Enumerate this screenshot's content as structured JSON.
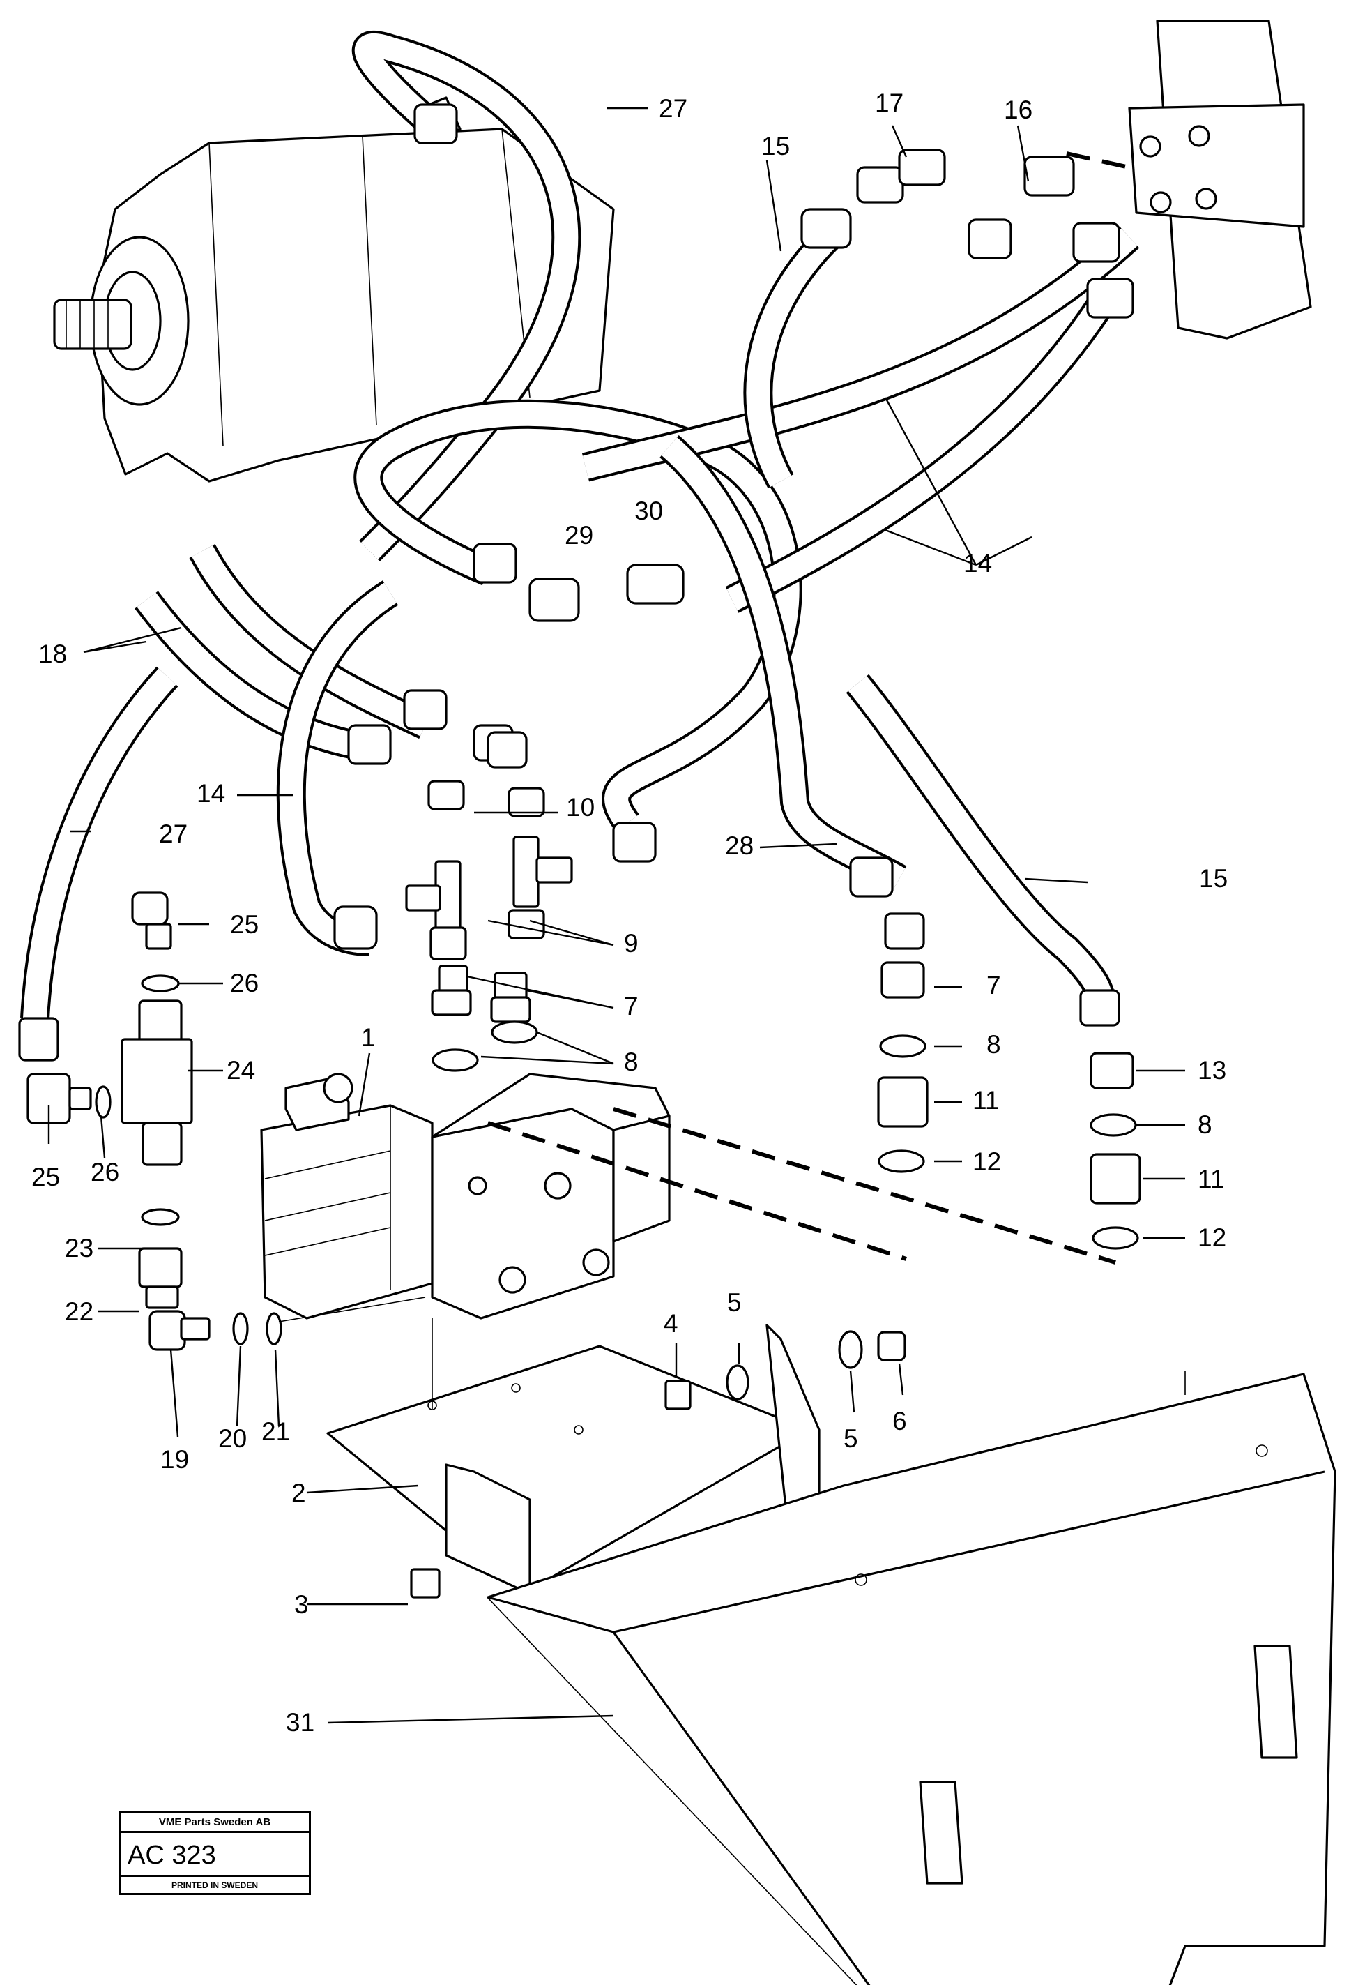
{
  "callouts": {
    "c1": "1",
    "c2": "2",
    "c3": "3",
    "c4": "4",
    "c5a": "5",
    "c5b": "5",
    "c6": "6",
    "c7a": "7",
    "c7b": "7",
    "c8a": "8",
    "c8b": "8",
    "c8c": "8",
    "c9": "9",
    "c10": "10",
    "c11a": "11",
    "c11b": "11",
    "c12a": "12",
    "c12b": "12",
    "c13": "13",
    "c14a": "14",
    "c14b": "14",
    "c15a": "15",
    "c15b": "15",
    "c16": "16",
    "c17": "17",
    "c18": "18",
    "c19": "19",
    "c20": "20",
    "c21": "21",
    "c22": "22",
    "c23": "23",
    "c24": "24",
    "c25a": "25",
    "c25b": "25",
    "c26a": "26",
    "c26b": "26",
    "c27a": "27",
    "c27b": "27",
    "c28": "28",
    "c29": "29",
    "c30": "30",
    "c31": "31"
  },
  "title_block": {
    "company": "VME Parts Sweden AB",
    "code": "AC 323",
    "printed": "PRINTED IN SWEDEN"
  }
}
